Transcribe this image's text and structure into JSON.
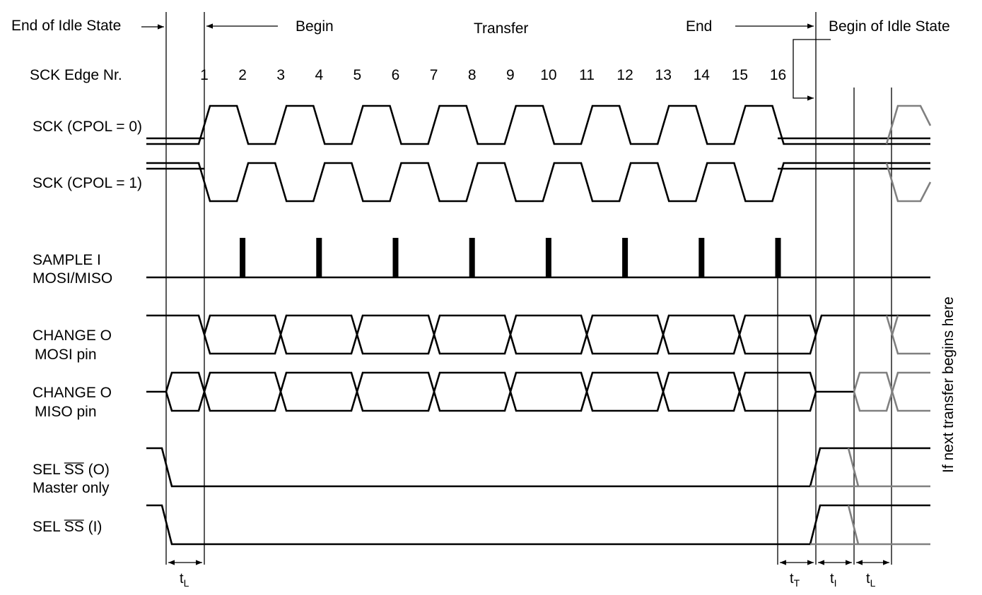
{
  "header": {
    "end_of_idle": "End of Idle State",
    "begin": "Begin",
    "transfer": "Transfer",
    "end": "End",
    "begin_of_idle": "Begin of Idle State"
  },
  "signals": {
    "sck_edge": "SCK Edge Nr.",
    "sck_cpol0": "SCK (CPOL = 0)",
    "sck_cpol1": "SCK (CPOL = 1)",
    "sample_line1": "SAMPLE I",
    "sample_line2": "MOSI/MISO",
    "mosi_line1": "CHANGE O",
    "mosi_line2": "MOSI pin",
    "miso_line1": "CHANGE O",
    "miso_line2": "MISO pin",
    "ss_out_prefix": "SEL ",
    "ss_out_over": "SS",
    "ss_out_suffix": " (O)",
    "ss_out_line2": "Master only",
    "ss_in_prefix": "SEL ",
    "ss_in_over": "SS",
    "ss_in_suffix": " (I)"
  },
  "edges": [
    "1",
    "2",
    "3",
    "4",
    "5",
    "6",
    "7",
    "8",
    "9",
    "10",
    "11",
    "12",
    "13",
    "14",
    "15",
    "16"
  ],
  "timing": {
    "tl_left": "t",
    "tl_left_sub": "L",
    "tt": "t",
    "tt_sub": "T",
    "ti": "t",
    "ti_sub": "I",
    "tl_right": "t",
    "tl_right_sub": "L"
  },
  "side_note": "If next transfer begins here"
}
